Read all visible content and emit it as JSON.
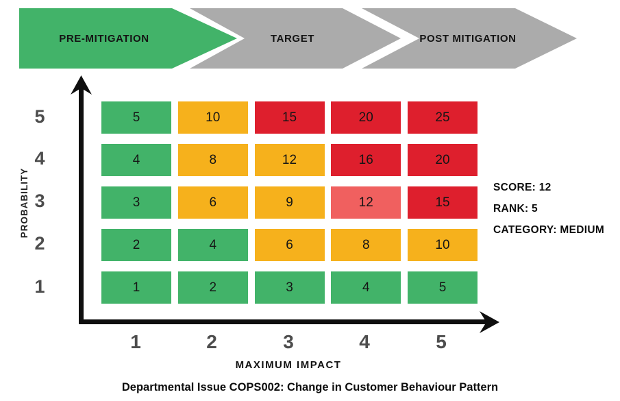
{
  "palette": {
    "green": "#42b369",
    "amber": "#f6b11c",
    "red": "#de1f2d",
    "highlight": "#f0605f",
    "gray": "#ababab",
    "axis": "#0f0f0f",
    "tick": "#4d4d4d"
  },
  "chevrons": [
    {
      "label": "PRE-MITIGATION",
      "state": "active",
      "color": "#42b369"
    },
    {
      "label": "TARGET",
      "state": "inactive",
      "color": "#ababab"
    },
    {
      "label": "POST MITIGATION",
      "state": "inactive",
      "color": "#ababab"
    }
  ],
  "stats": {
    "score": "SCORE: 12",
    "rank": "RANK: 5",
    "category": "CATEGORY: MEDIUM"
  },
  "chart_data": {
    "type": "heatmap",
    "title": "Departmental Issue COPS002: Change in Customer Behaviour Pattern",
    "xlabel": "MAXIMUM IMPACT",
    "ylabel": "PROBABILITY",
    "x_tick_labels": [
      "1",
      "2",
      "3",
      "4",
      "5"
    ],
    "y_tick_labels": [
      "5",
      "4",
      "3",
      "2",
      "1"
    ],
    "x_range": [
      1,
      5
    ],
    "y_range": [
      1,
      5
    ],
    "grid": "off",
    "legend": "none",
    "highlight": {
      "probability": 3,
      "impact": 4,
      "value": 12
    },
    "rows": [
      {
        "probability": 5,
        "cells": [
          {
            "v": 5,
            "level": "green"
          },
          {
            "v": 10,
            "level": "amber"
          },
          {
            "v": 15,
            "level": "red"
          },
          {
            "v": 20,
            "level": "red"
          },
          {
            "v": 25,
            "level": "red"
          }
        ]
      },
      {
        "probability": 4,
        "cells": [
          {
            "v": 4,
            "level": "green"
          },
          {
            "v": 8,
            "level": "amber"
          },
          {
            "v": 12,
            "level": "amber"
          },
          {
            "v": 16,
            "level": "red"
          },
          {
            "v": 20,
            "level": "red"
          }
        ]
      },
      {
        "probability": 3,
        "cells": [
          {
            "v": 3,
            "level": "green"
          },
          {
            "v": 6,
            "level": "amber"
          },
          {
            "v": 9,
            "level": "amber"
          },
          {
            "v": 12,
            "level": "highlight"
          },
          {
            "v": 15,
            "level": "red"
          }
        ]
      },
      {
        "probability": 2,
        "cells": [
          {
            "v": 2,
            "level": "green"
          },
          {
            "v": 4,
            "level": "green"
          },
          {
            "v": 6,
            "level": "amber"
          },
          {
            "v": 8,
            "level": "amber"
          },
          {
            "v": 10,
            "level": "amber"
          }
        ]
      },
      {
        "probability": 1,
        "cells": [
          {
            "v": 1,
            "level": "green"
          },
          {
            "v": 2,
            "level": "green"
          },
          {
            "v": 3,
            "level": "green"
          },
          {
            "v": 4,
            "level": "green"
          },
          {
            "v": 5,
            "level": "green"
          }
        ]
      }
    ]
  }
}
